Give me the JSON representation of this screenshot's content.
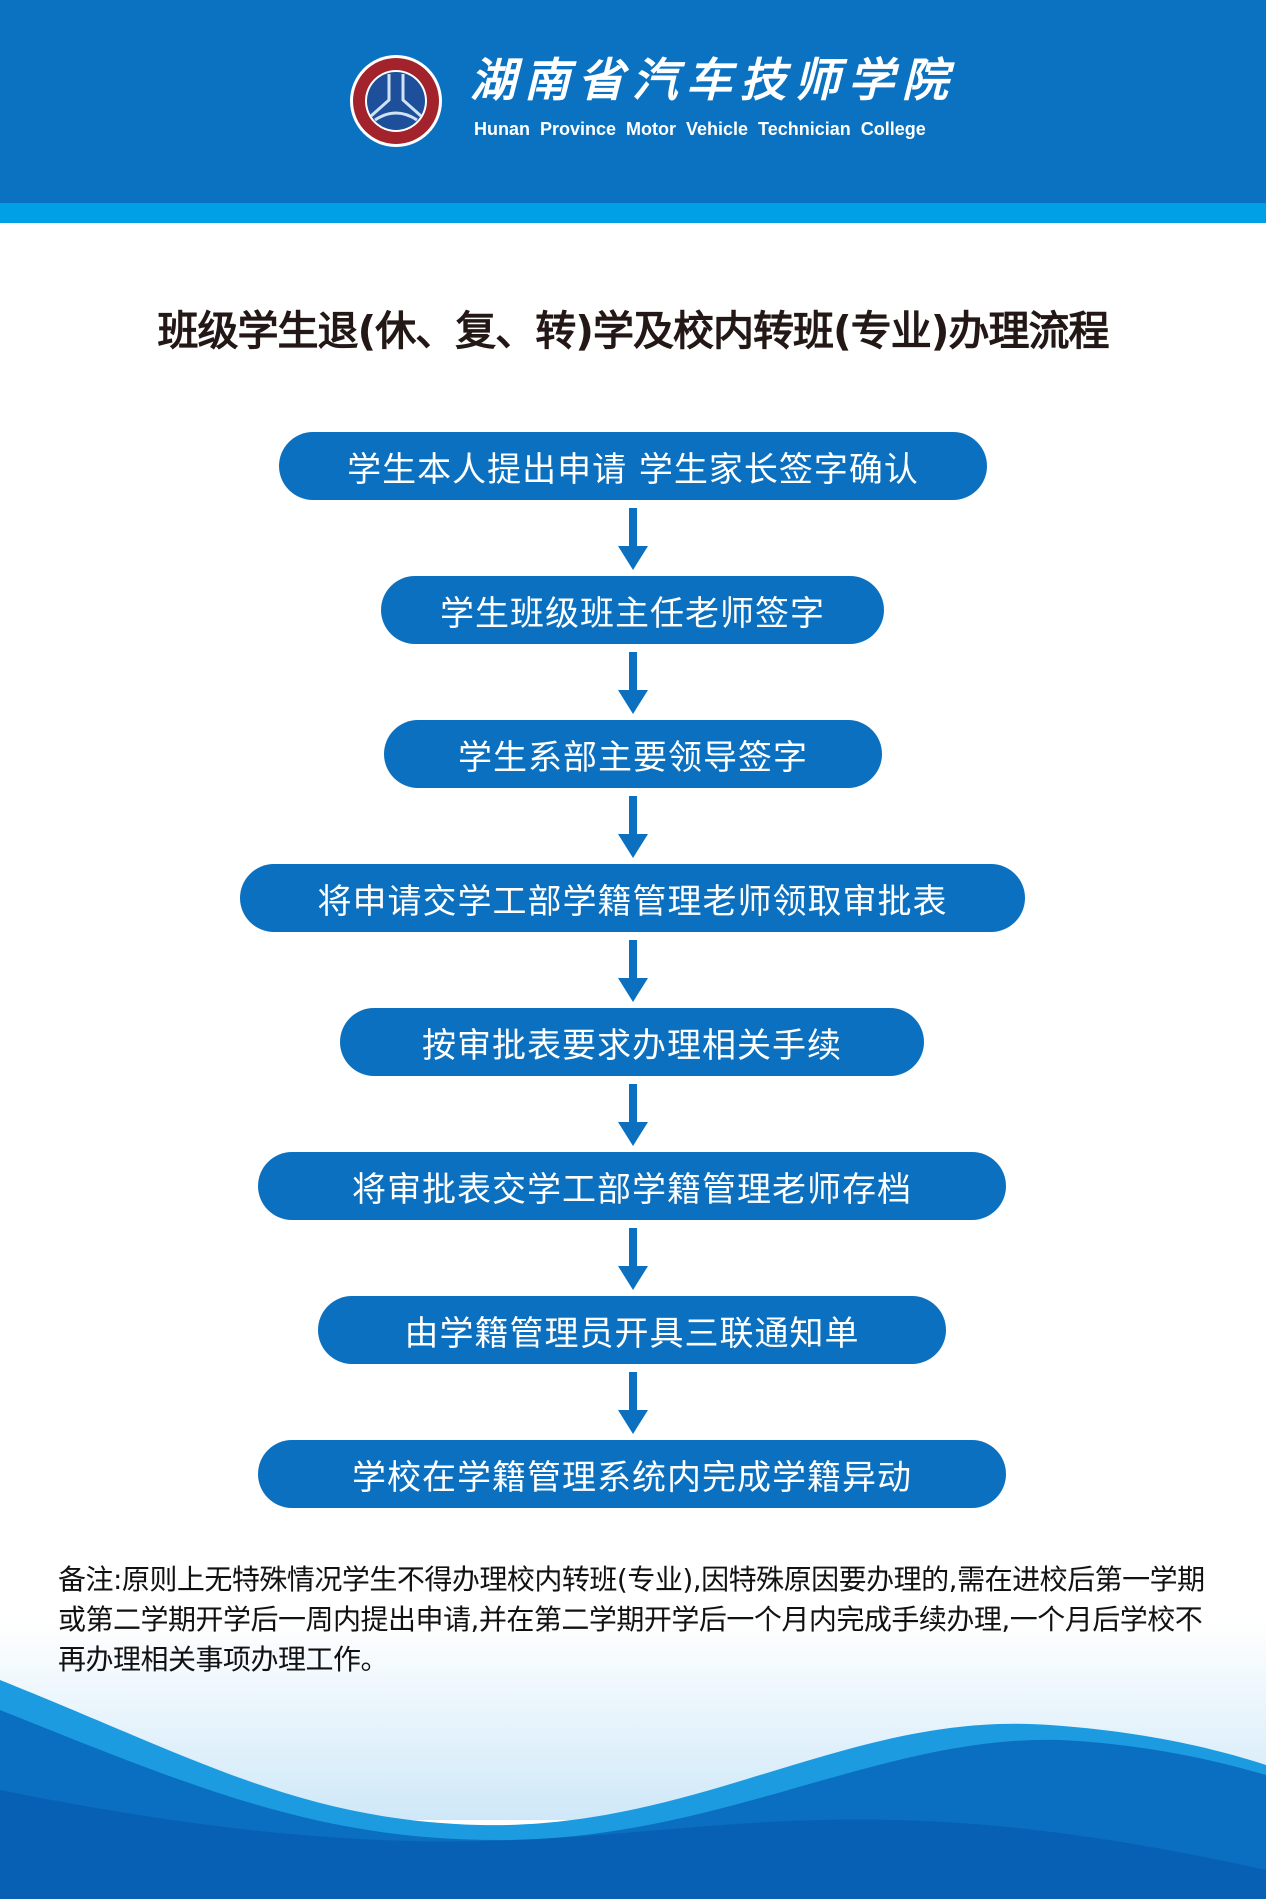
{
  "header": {
    "college_name_cn": "湖南省汽车技师学院",
    "college_name_en": "Hunan Province Motor Vehicle Technician College",
    "logo_icon": "college-seal-logo"
  },
  "title": "班级学生退(休、复、转)学及校内转班(专业)办理流程",
  "steps": [
    {
      "label": "学生本人提出申请 学生家长签字确认"
    },
    {
      "label": "学生班级班主任老师签字"
    },
    {
      "label": "学生系部主要领导签字"
    },
    {
      "label": "将申请交学工部学籍管理老师领取审批表"
    },
    {
      "label": "按审批表要求办理相关手续"
    },
    {
      "label": "将审批表交学工部学籍管理老师存档"
    },
    {
      "label": "由学籍管理员开具三联通知单"
    },
    {
      "label": "学校在学籍管理系统内完成学籍异动"
    }
  ],
  "note": "备注:原则上无特殊情况学生不得办理校内转班(专业),因特殊原因要办理的,需在进校后第一学期或第二学期开学后一周内提出申请,并在第二学期开学后一个月内完成手续办理,一个月后学校不再办理相关事项办理工作。",
  "colors": {
    "header": "#0a72c0",
    "stripe": "#00a0e6",
    "step": "#0b70bf",
    "title": "#231815"
  }
}
